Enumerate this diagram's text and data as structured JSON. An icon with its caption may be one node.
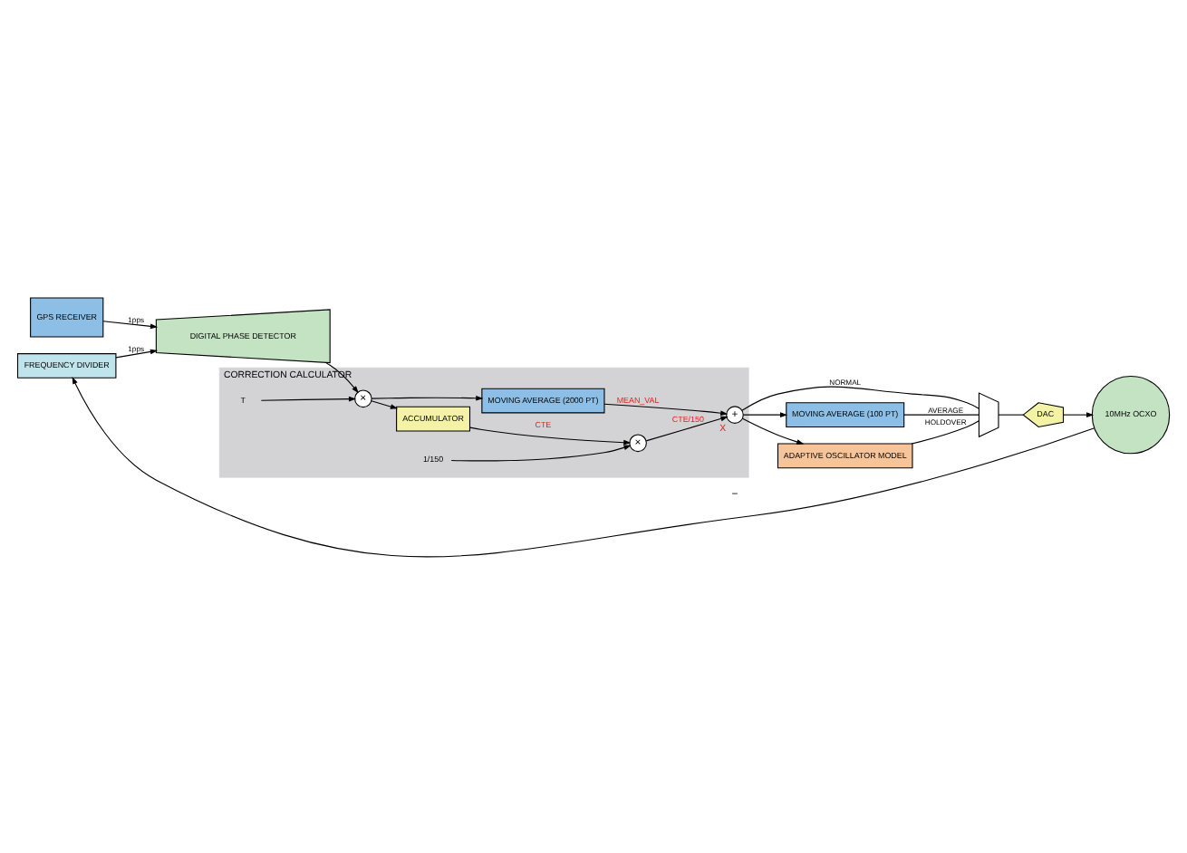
{
  "diagram": {
    "nodes": [
      {
        "text": [
          "GPS RECEIVER"
        ]
      },
      {
        "text": [
          "DIGITAL PHASE DETECTOR"
        ]
      },
      {
        "text": [
          "FREQUENCY DIVIDER"
        ]
      },
      {
        "text": [
          "10MHz OCXO"
        ]
      },
      {
        "text": [
          "CORRECTION CALCULATOR"
        ]
      },
      {
        "text": [
          "×"
        ],
        "in": 4
      },
      {
        "text": [
          "ACCUMULATOR"
        ],
        "in": 4
      },
      {
        "text": [
          "MOVING AVERAGE (2000 PT)"
        ],
        "in": 4
      },
      {
        "text": [
          "×"
        ],
        "in": 4
      },
      {
        "text": [
          "+"
        ],
        "in": 4,
        "beside": [
          "X"
        ]
      },
      {
        "text": [
          "T"
        ],
        "in": 4
      },
      {
        "text": [
          "1/150"
        ],
        "in": 4
      },
      {
        "text": [],
        "shape": "trapezoid"
      },
      {
        "text": [
          "DAC"
        ]
      },
      {
        "text": [
          "MOVING AVERAGE (100 PT)"
        ]
      },
      {
        "text": [
          "ADAPTIVE OSCILLATOR MODEL"
        ]
      }
    ],
    "edges": [
      {
        "from": 0,
        "to": 1,
        "arrow": "to",
        "label": "1pps"
      },
      {
        "from": 2,
        "to": 1,
        "arrow": "to",
        "label": "1pps"
      },
      {
        "from": 3,
        "to": 2,
        "arrow": "to"
      },
      {
        "from": 1,
        "to": 5,
        "arrow": "to"
      },
      {
        "from": 10,
        "to": 5,
        "arrow": "to"
      },
      {
        "from": 5,
        "to": 6,
        "arrow": "to"
      },
      {
        "from": 5,
        "to": 7,
        "arrow": "to"
      },
      {
        "from": 6,
        "to": 8,
        "arrow": "to",
        "label": "CTE"
      },
      {
        "from": 11,
        "to": 8,
        "arrow": "to"
      },
      {
        "from": 8,
        "to": 9,
        "arrow": "to",
        "label": "CTE/150"
      },
      {
        "from": 7,
        "to": 9,
        "arrow": "to",
        "label": "MEAN_VAL"
      },
      {
        "from": 9,
        "to": 12,
        "arrow": "none",
        "label": "NORMAL"
      },
      {
        "from": 9,
        "to": 14,
        "arrow": "to"
      },
      {
        "from": 9,
        "to": 15,
        "arrow": "to"
      },
      {
        "from": 14,
        "to": 12,
        "arrow": "none",
        "label": "AVERAGE"
      },
      {
        "from": 15,
        "to": 12,
        "arrow": "none",
        "label": "HOLDOVER"
      },
      {
        "from": 12,
        "to": 13,
        "arrow": "none"
      },
      {
        "from": 13,
        "to": 3,
        "arrow": "to"
      }
    ],
    "labels": [
      "−"
    ]
  }
}
